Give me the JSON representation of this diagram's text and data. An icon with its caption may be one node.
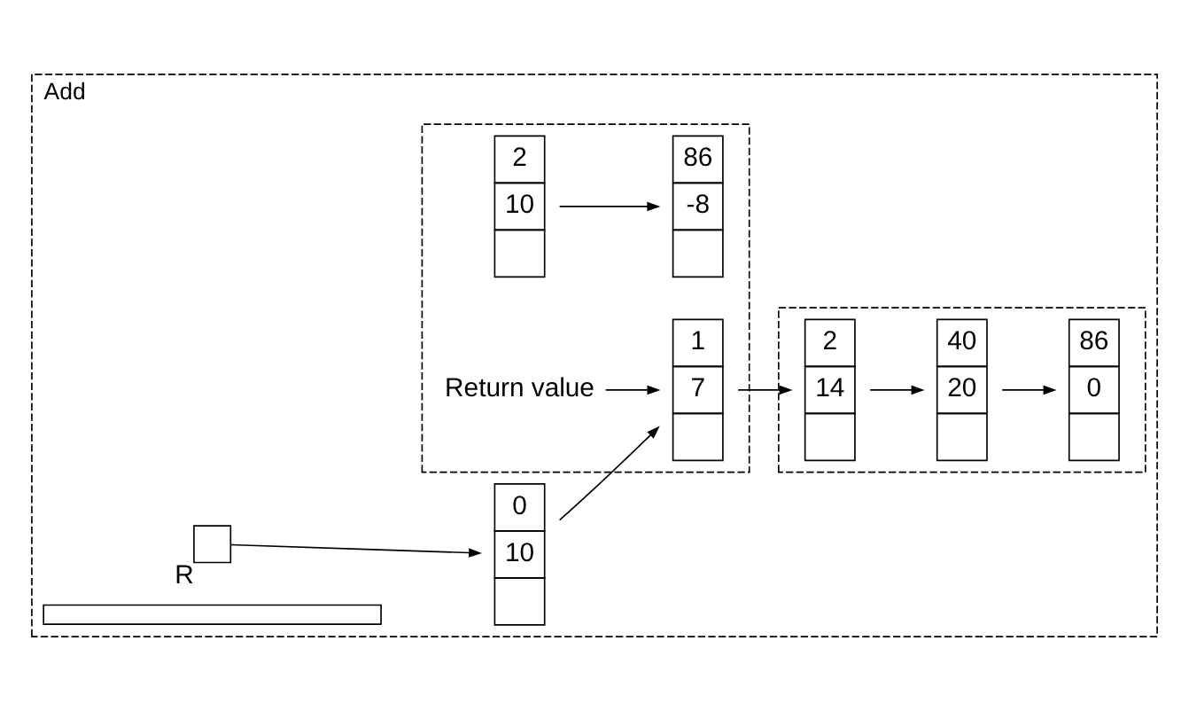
{
  "diagram": {
    "nodes": [
      {
        "text": [
          "Add"
        ]
      },
      {
        "text": [],
        "shape": "box",
        "beside": [
          "R"
        ],
        "in": 0
      },
      {
        "text": [
          "0",
          "10"
        ],
        "in": 0
      },
      {
        "text": [],
        "shape": "box",
        "in": 0
      },
      {
        "text": [
          "2",
          "14"
        ],
        "in": 3
      },
      {
        "text": [
          "40",
          "20"
        ],
        "in": 3
      },
      {
        "text": [
          "86",
          "0"
        ],
        "in": 3
      },
      {
        "text": [],
        "shape": "bar",
        "in": 0
      },
      {
        "text": [],
        "shape": "box",
        "in": 0
      },
      {
        "text": [
          "Return value"
        ],
        "in": 8
      },
      {
        "text": [
          "1",
          "7"
        ],
        "in": 8
      },
      {
        "text": [
          "2",
          "10"
        ],
        "in": 8
      },
      {
        "text": [
          "86",
          "-8"
        ],
        "in": 8
      }
    ],
    "edges": [
      {
        "from": 1,
        "to": 2,
        "arrow": "to"
      },
      {
        "from": 2,
        "to": 10,
        "arrow": "to"
      },
      {
        "from": 10,
        "to": 4,
        "arrow": "to"
      },
      {
        "from": 4,
        "to": 5,
        "arrow": "to"
      },
      {
        "from": 5,
        "to": 6,
        "arrow": "to"
      },
      {
        "from": 9,
        "to": 10,
        "arrow": "to"
      },
      {
        "from": 11,
        "to": 12,
        "arrow": "to"
      }
    ]
  }
}
